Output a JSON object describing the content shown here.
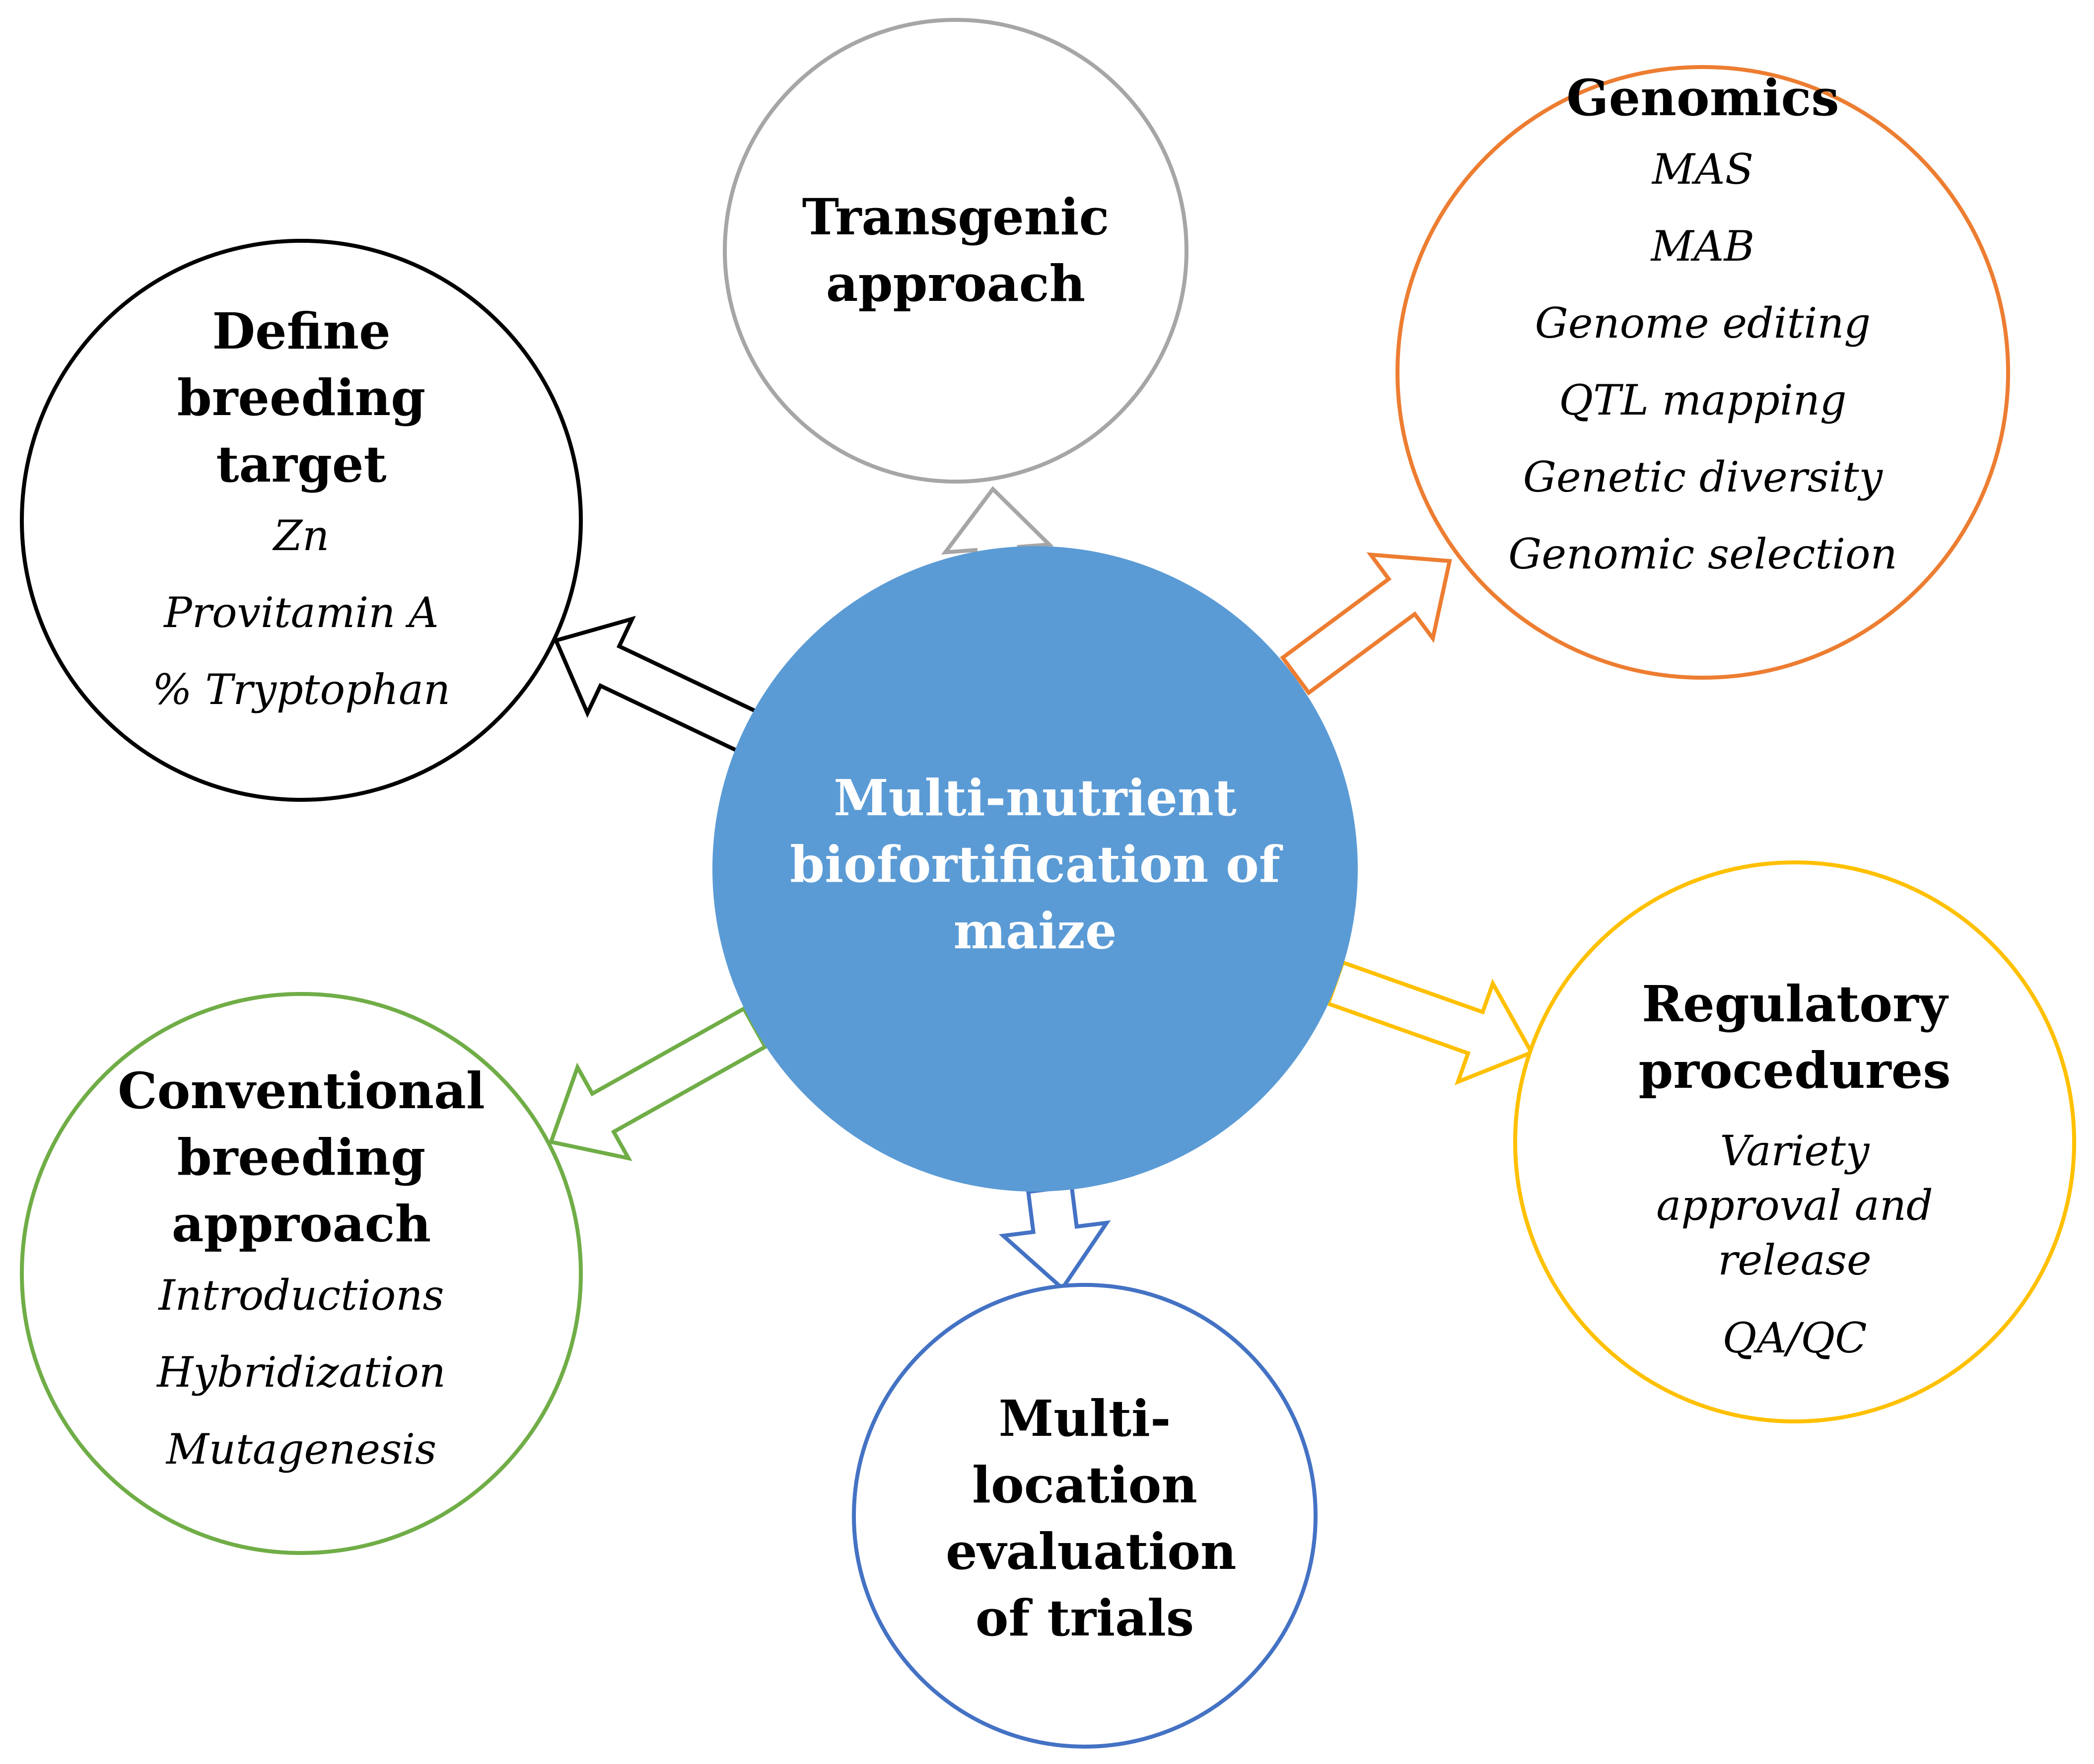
{
  "center": {
    "title": "Multi-nutrient biofortification of maize",
    "fill_color": "#5b9bd5"
  },
  "nodes": {
    "define_breeding_target": {
      "title": "Define breeding target",
      "items": [
        "Zn",
        "Provitamin A",
        "% Tryptophan"
      ],
      "color": "#000000"
    },
    "transgenic_approach": {
      "title": "Transgenic approach",
      "items": [],
      "color": "#a6a6a6"
    },
    "genomics": {
      "title": "Genomics",
      "items": [
        "MAS",
        "MAB",
        "Genome editing",
        "QTL mapping",
        "Genetic diversity",
        "Genomic selection"
      ],
      "color": "#ed7d31"
    },
    "regulatory_procedures": {
      "title": "Regulatory procedures",
      "items": [
        "Variety approval and release",
        "QA/QC"
      ],
      "color": "#ffc000"
    },
    "multi_location_evaluation": {
      "title": "Multi-location evaluation of trials",
      "items": [],
      "color": "#4472c4"
    },
    "conventional_breeding": {
      "title": "Conventional breeding approach",
      "items": [
        "Introductions",
        "Hybridization",
        "Mutagenesis"
      ],
      "color": "#70ad47"
    }
  }
}
